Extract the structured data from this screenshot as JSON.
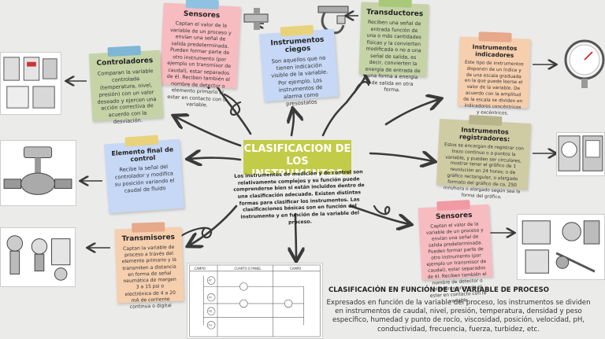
{
  "central": {
    "title": "CLASIFICACION DE LOS INSTRUMENTOS",
    "body": "Los instrumentos de medición y de control son relativamente complejos y su función puede comprenderse bien si están incluidos dentro de una clasificación adecuada. Existen distintas formas para clasificar los instrumentos. Las clasificaciones básicas son en función del instrumento y en función de la variable del proceso."
  },
  "notes": {
    "sensores_top": {
      "title": "Sensores",
      "body": "Captan el valor de la variable de un proceso y envían una señal de salida predeterminada. Pueden formar parte de otro instrumento (por ejemplo un transmisor de caudal), estar separados de él. Reciben también el nombre de detector o elemento primario al estar en contacto con la variable."
    },
    "ciegos": {
      "title": "Instrumentos ciegos",
      "body": "Son aquellos que no tienen indicación visible de la variable. Por ejemplo. Los instrumentos de alarma como presostatos"
    },
    "transductores": {
      "title": "Transductores",
      "body": "Reciben una señal de entrada función de una o más cantidades físicas y la convierten modificada o no a una señal de salida, es decir, convierten la energía de entrada de una forma a energía de salida en otra forma."
    },
    "controladores": {
      "title": "Controladores",
      "body": "Comparan la variable controlada (temperatura, nivel, presión) con un valor deseado y ejercen una acción correctiva de acuerdo con la desviación."
    },
    "indicadores": {
      "title": "Instrumentos indicadores",
      "body": "Este tipo de instrumentos disponen de un índice y de una escala graduada en la que puede leerse el valor de la variable. De acuerdo con la amplitud de la escala se dividen en indicadores concéntricos y excéntricos."
    },
    "elemento_final": {
      "title": "Elemento final de control",
      "body": "Recibe la señal del controlador y modifica su posición variando el caudal de fluido"
    },
    "registradores": {
      "title": "Instrumentos registradores:",
      "body": "Estos se encargan de registrar con trazo continuo o a puntos la variable, y pueden ser circulares, mostrar tener el gráfico de 1 revolución en 24 horas; o de gráfico rectangular, o alargado formato del gráfico de ca. 250 mm/hora o alargado según sea la forma del gráfico."
    },
    "transmisores": {
      "title": "Transmisores",
      "body": "Captan la variable de proceso a través del elemento primario y la transmiten a distancia en forma de señal neumática de margen 3 a 15 psi o electrónica de 4 a 20 mA de corriente continua o digital"
    },
    "sensores_right": {
      "title": "Sensores",
      "body": "Captan el valor de la variable de un proceso y envían una señal de salida predeterminada. Pueden formar parte de otro instrumento (por ejemplo un transmisor de caudal), estar separados de él. Reciben también el nombre de detector o elemento primario al estar en contacto con la variable"
    }
  },
  "diagram": {
    "col1": "CAMPO",
    "col2": "CUARTO O PANEL",
    "col3": "CAMPO",
    "tags": [
      "FT",
      "TT",
      "TE",
      "TY"
    ]
  },
  "variable_section": {
    "title": "CLASIFICACIÓN EN FUNCIÓN DE LA VARIABLE DE PROCESO",
    "body": "Expresados en función de la variable del proceso, los instrumentos se dividen en instrumentos de caudal, nivel, presión, temperatura, densidad y peso específico, humedad y punto de rocío, viscosidad, posición, velocidad, pH, conductividad, frecuencia, fuerza, turbidez, etc."
  },
  "colors": {
    "background": "#ebebea",
    "pink": "#f7bcc0",
    "blue": "#c6d8f5",
    "green": "#c5d3a7",
    "peach": "#f6cfae",
    "olive_title": "#c3cc48",
    "khaki": "#cfcba3"
  }
}
